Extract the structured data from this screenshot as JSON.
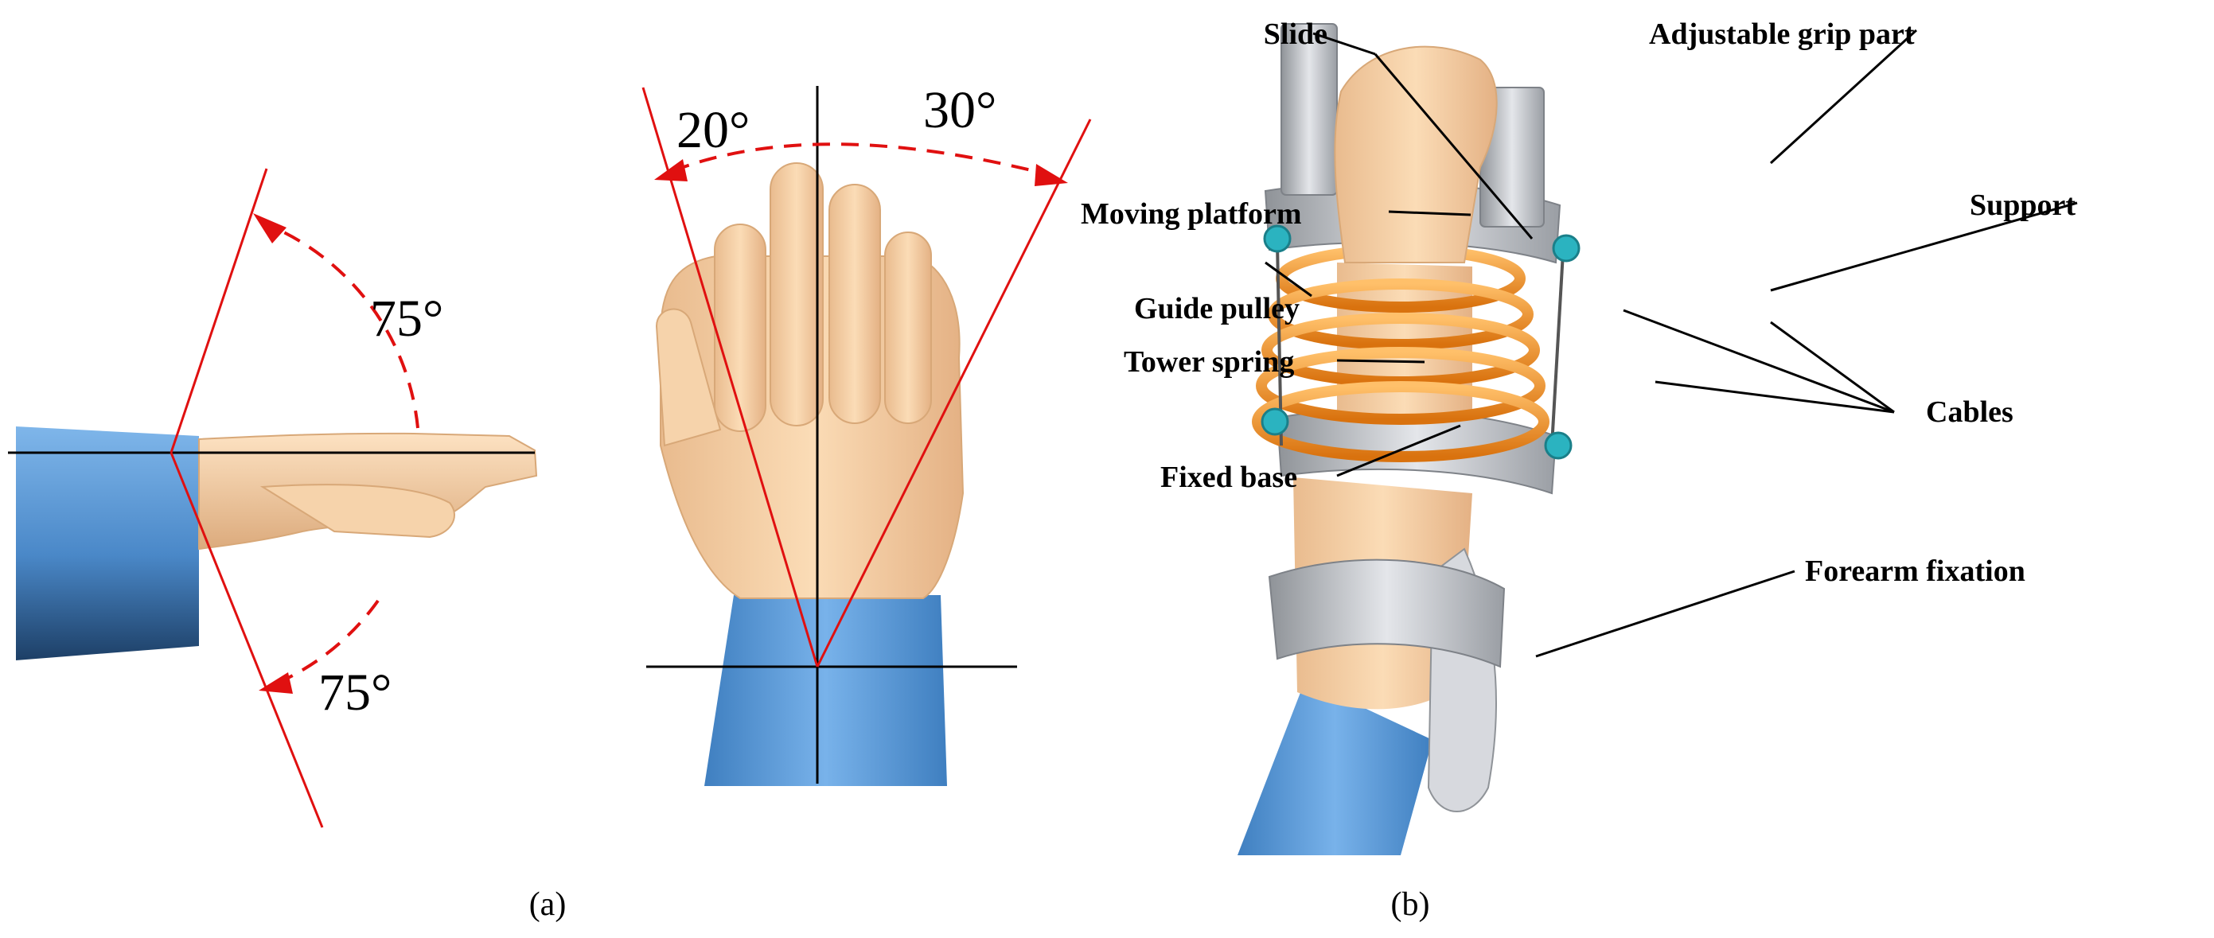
{
  "panel_a": {
    "caption": "(a)",
    "angles": {
      "extension": "75°",
      "flexion": "75°",
      "radial": "20°",
      "ulnar": "30°"
    }
  },
  "panel_b": {
    "caption": "(b)",
    "labels": {
      "slide": "Slide",
      "adjustable_grip": "Adjustable grip part",
      "moving_platform": "Moving platform",
      "support": "Support",
      "guide_pulley": "Guide pulley",
      "tower_spring": "Tower spring",
      "cables": "Cables",
      "fixed_base": "Fixed base",
      "forearm_fixation": "Forearm fixation"
    }
  },
  "colors": {
    "arm_blue": "#5b9bd5",
    "skin": "#f3cfa6",
    "angle_red": "#e01010",
    "spring_orange": "#f08a1c",
    "metal_grey": "#b9bcc2",
    "pulley_cyan": "#2bb3c0"
  }
}
